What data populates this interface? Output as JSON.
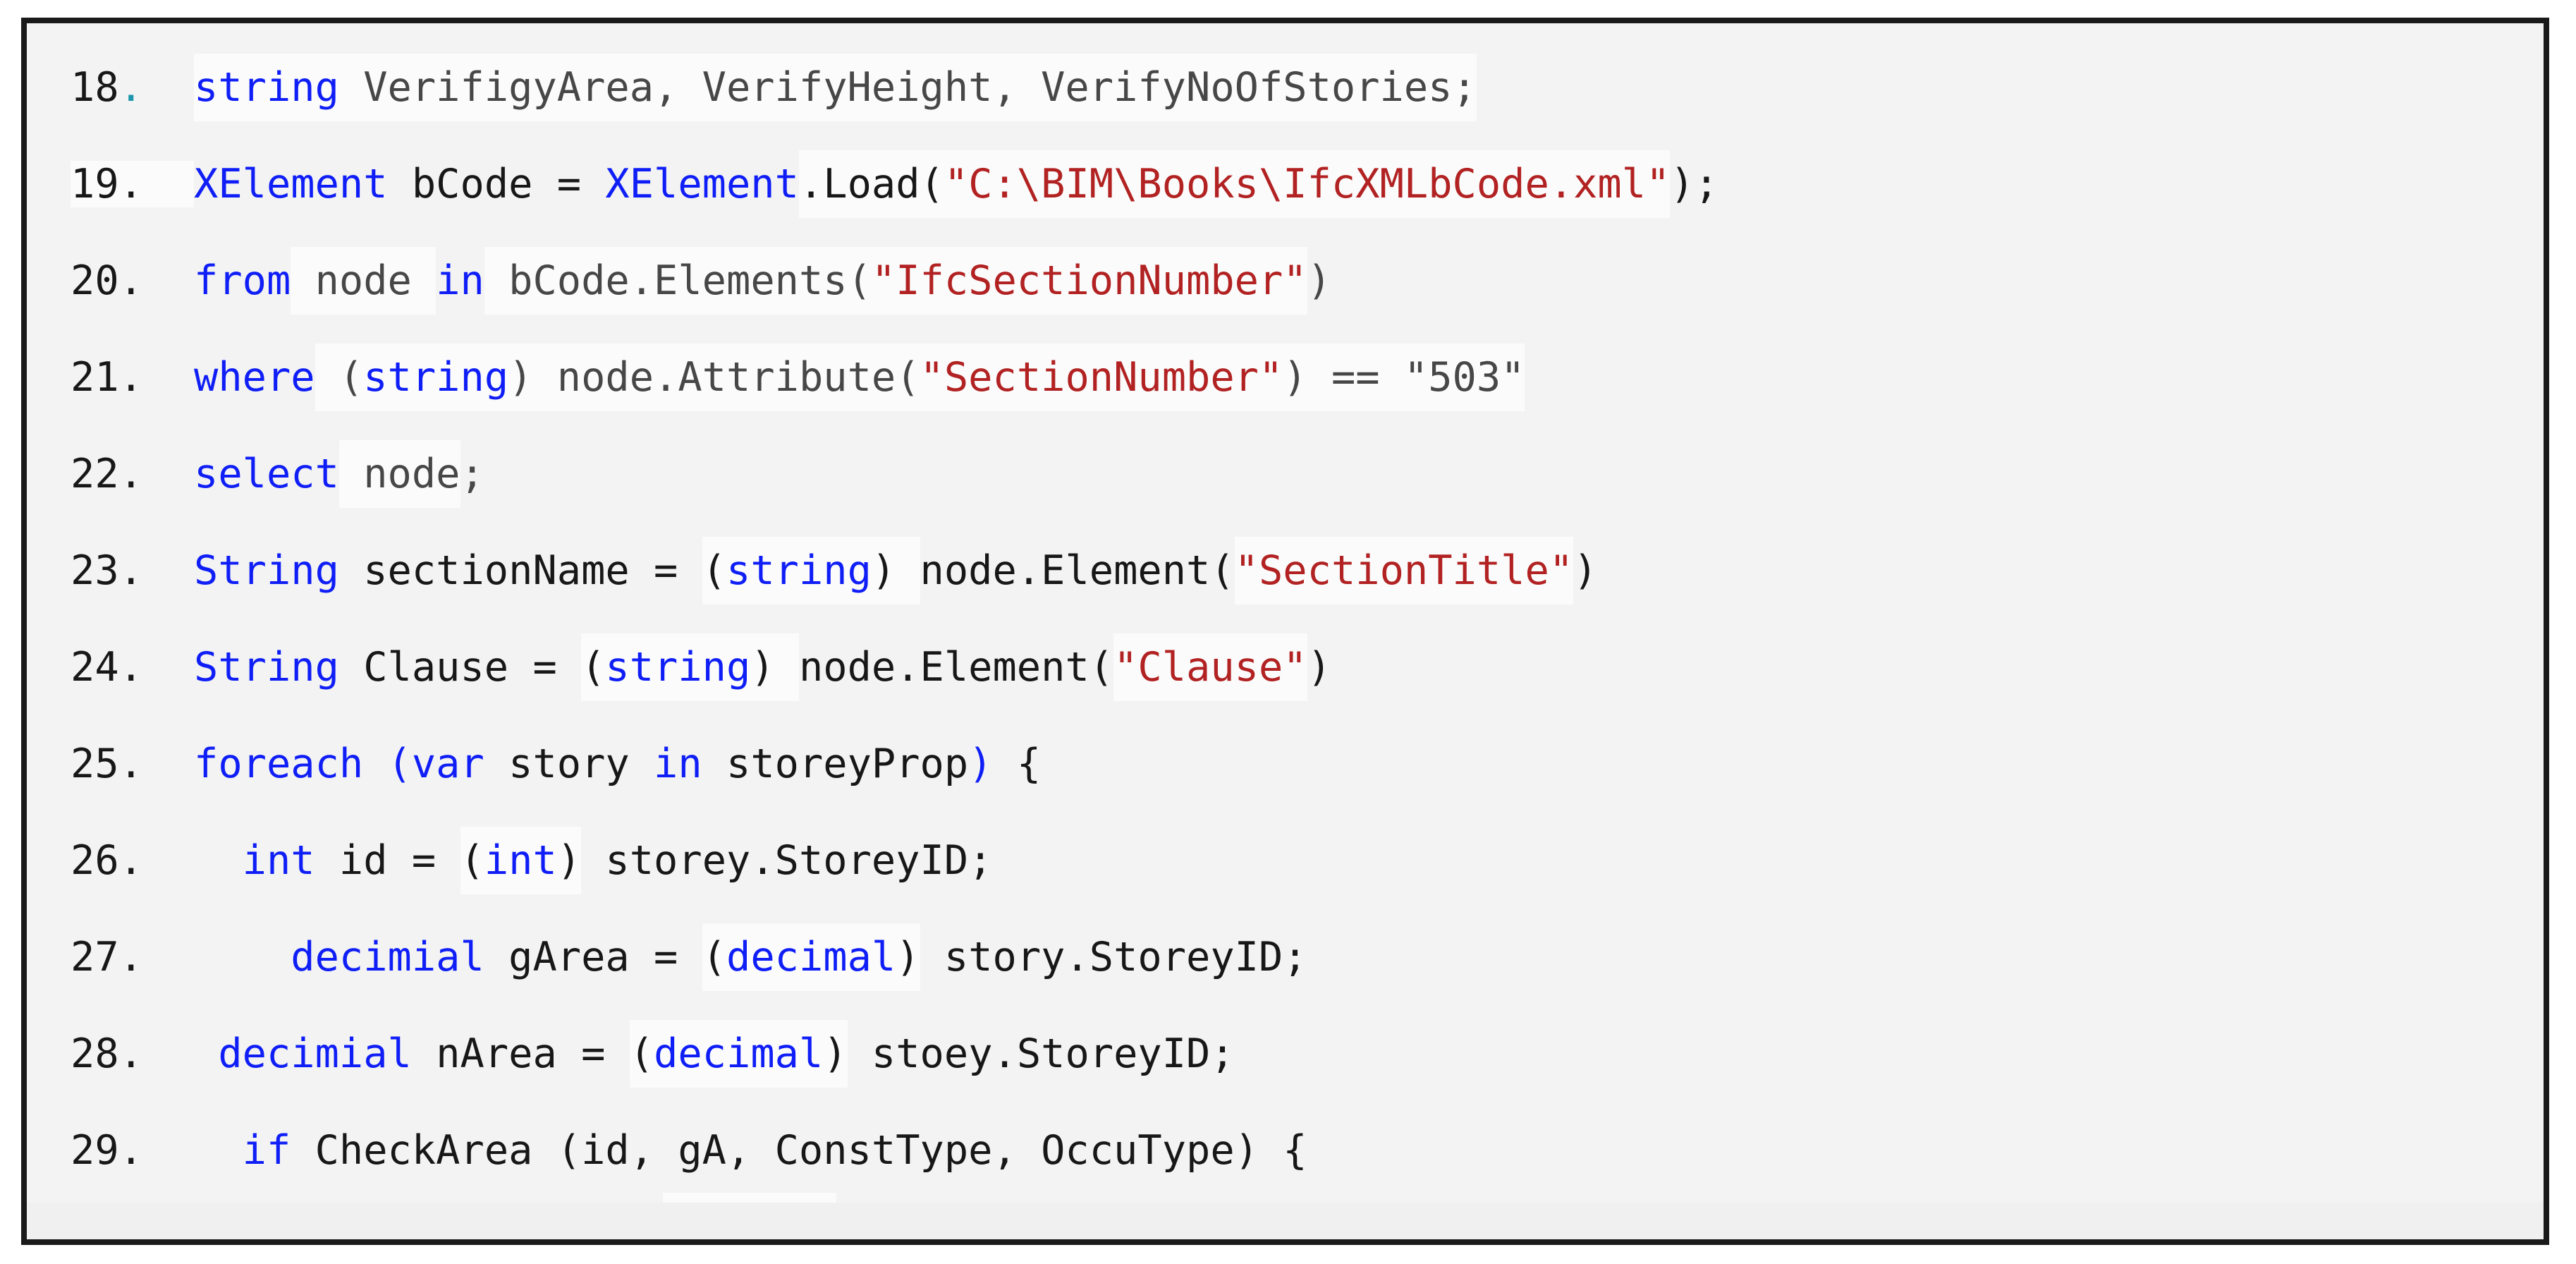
{
  "palette": {
    "page_background": "#ffffff",
    "panel_background": "#f2f3f2",
    "panel_border": "#1a1a1a",
    "highlight_background": "#fbfbfb",
    "keyword_blue": "#0f1ef7",
    "string_red": "#b22222",
    "plain_gray": "#474747",
    "plain_black": "#171717",
    "line18_dot_teal": "#1b96ad"
  },
  "code_listing": {
    "language_hint": "csharp-linq-xml",
    "first_line_number": 18,
    "last_line_number": 29,
    "lines": [
      {
        "num": "18",
        "dot": "teal",
        "num_hl": false,
        "tokens": [
          {
            "t": "string",
            "c": "k",
            "h": true
          },
          {
            "t": " VerifigyArea, VerifyHeight, VerifyNoOfStories;",
            "c": "g",
            "h": true
          }
        ]
      },
      {
        "num": "19",
        "dot": "dark",
        "num_hl": true,
        "tokens": [
          {
            "t": "XElement",
            "c": "k",
            "h": false
          },
          {
            "t": " bCode = ",
            "c": "b",
            "h": false
          },
          {
            "t": "XElement",
            "c": "k",
            "h": false
          },
          {
            "t": ".Load(",
            "c": "b",
            "h": true
          },
          {
            "t": "\"C:\\BIM\\Books\\IfcXMLbCode.xml\"",
            "c": "s",
            "h": true
          },
          {
            "t": ");",
            "c": "b",
            "h": false
          }
        ]
      },
      {
        "num": "20",
        "dot": "dark",
        "num_hl": false,
        "tokens": [
          {
            "t": "from",
            "c": "k",
            "h": false
          },
          {
            "t": " node ",
            "c": "g",
            "h": true
          },
          {
            "t": "in",
            "c": "k",
            "h": false
          },
          {
            "t": " bCode.Elements(",
            "c": "g",
            "h": true
          },
          {
            "t": "\"IfcSectionNumber\"",
            "c": "s",
            "h": true
          },
          {
            "t": ")",
            "c": "g",
            "h": false
          }
        ]
      },
      {
        "num": "21",
        "dot": "dark",
        "num_hl": false,
        "tokens": [
          {
            "t": "where",
            "c": "k",
            "h": false
          },
          {
            "t": " (",
            "c": "g",
            "h": true
          },
          {
            "t": "string",
            "c": "k",
            "h": true
          },
          {
            "t": ") ",
            "c": "g",
            "h": true
          },
          {
            "t": "node.Attribute(",
            "c": "g",
            "h": true
          },
          {
            "t": "\"SectionNumber\"",
            "c": "s",
            "h": true
          },
          {
            "t": ") == \"503\"",
            "c": "g",
            "h": true
          }
        ]
      },
      {
        "num": "22",
        "dot": "dark",
        "num_hl": false,
        "tokens": [
          {
            "t": "select",
            "c": "k",
            "h": false
          },
          {
            "t": " node",
            "c": "g",
            "h": true
          },
          {
            "t": ";",
            "c": "g",
            "h": false
          }
        ]
      },
      {
        "num": "23",
        "dot": "dark",
        "num_hl": false,
        "tokens": [
          {
            "t": "String",
            "c": "k",
            "h": false
          },
          {
            "t": " sectionName = ",
            "c": "b",
            "h": false
          },
          {
            "t": "(",
            "c": "b",
            "h": true
          },
          {
            "t": "string",
            "c": "k",
            "h": true
          },
          {
            "t": ") ",
            "c": "b",
            "h": true
          },
          {
            "t": "node.Element(",
            "c": "b",
            "h": false
          },
          {
            "t": "\"SectionTitle\"",
            "c": "s",
            "h": true
          },
          {
            "t": ")",
            "c": "b",
            "h": false
          }
        ]
      },
      {
        "num": "24",
        "dot": "dark",
        "num_hl": false,
        "tokens": [
          {
            "t": "String",
            "c": "k",
            "h": false
          },
          {
            "t": " Clause = ",
            "c": "b",
            "h": false
          },
          {
            "t": "(",
            "c": "b",
            "h": true
          },
          {
            "t": "string",
            "c": "k",
            "h": true
          },
          {
            "t": ") ",
            "c": "b",
            "h": true
          },
          {
            "t": "node.Element(",
            "c": "b",
            "h": false
          },
          {
            "t": "\"Clause\"",
            "c": "s",
            "h": true
          },
          {
            "t": ")",
            "c": "b",
            "h": false
          }
        ]
      },
      {
        "num": "25",
        "dot": "dark",
        "num_hl": false,
        "tokens": [
          {
            "t": "foreach",
            "c": "k",
            "h": false
          },
          {
            "t": " ",
            "c": "b",
            "h": false
          },
          {
            "t": "(var",
            "c": "k",
            "h": false
          },
          {
            "t": " story ",
            "c": "b",
            "h": false
          },
          {
            "t": "in",
            "c": "k",
            "h": false
          },
          {
            "t": " storeyProp",
            "c": "b",
            "h": false
          },
          {
            "t": ")",
            "c": "k",
            "h": false
          },
          {
            "t": " {",
            "c": "b",
            "h": false
          }
        ]
      },
      {
        "num": "26",
        "dot": "dark",
        "num_hl": false,
        "tokens": [
          {
            "t": "  ",
            "c": "b",
            "h": false
          },
          {
            "t": "int",
            "c": "k",
            "h": false
          },
          {
            "t": " id = ",
            "c": "b",
            "h": false
          },
          {
            "t": "(",
            "c": "b",
            "h": true
          },
          {
            "t": "int",
            "c": "k",
            "h": true
          },
          {
            "t": ")",
            "c": "b",
            "h": true
          },
          {
            "t": " storey.StoreyID;",
            "c": "b",
            "h": false
          }
        ]
      },
      {
        "num": "27",
        "dot": "dark",
        "num_hl": false,
        "tokens": [
          {
            "t": "    ",
            "c": "b",
            "h": false
          },
          {
            "t": "decimial",
            "c": "k",
            "h": false
          },
          {
            "t": " gArea = ",
            "c": "b",
            "h": false
          },
          {
            "t": "(",
            "c": "b",
            "h": true
          },
          {
            "t": "decimal",
            "c": "k",
            "h": true
          },
          {
            "t": ")",
            "c": "b",
            "h": true
          },
          {
            "t": " story.StoreyID;",
            "c": "b",
            "h": false
          }
        ]
      },
      {
        "num": "28",
        "dot": "dark",
        "num_hl": false,
        "tokens": [
          {
            "t": " ",
            "c": "b",
            "h": false
          },
          {
            "t": "decimial",
            "c": "k",
            "h": false
          },
          {
            "t": " nArea = ",
            "c": "b",
            "h": false
          },
          {
            "t": "(",
            "c": "b",
            "h": true
          },
          {
            "t": "decimal",
            "c": "k",
            "h": true
          },
          {
            "t": ")",
            "c": "b",
            "h": true
          },
          {
            "t": " stoey.StoreyID;",
            "c": "b",
            "h": false
          }
        ]
      },
      {
        "num": "29",
        "dot": "dark",
        "num_hl": false,
        "tokens": [
          {
            "t": "  ",
            "c": "b",
            "h": false
          },
          {
            "t": "if",
            "c": "k",
            "h": false
          },
          {
            "t": " CheckArea (id, gA, ConstType, OccuType) {",
            "c": "b",
            "h": false
          }
        ]
      }
    ]
  }
}
